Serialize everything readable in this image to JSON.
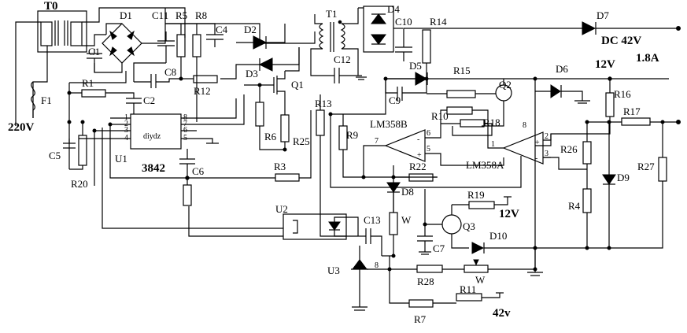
{
  "labels": {
    "t0": "T0",
    "d1": "D1",
    "c11": "C11",
    "r5": "R5",
    "r8": "R8",
    "c4": "C4",
    "d2": "D2",
    "t1": "T1",
    "d4": "D4",
    "c10": "C10",
    "r14": "R14",
    "d7": "D7",
    "dc_out": "DC 42V",
    "current": "1.8A",
    "v12_top": "12V",
    "c1": "C1",
    "c8": "C8",
    "d3": "D3",
    "c12": "C12",
    "d5": "D5",
    "r15": "R15",
    "d6": "D6",
    "r16": "R16",
    "r1": "R1",
    "c2": "C2",
    "r12": "R12",
    "q1": "Q1",
    "c9": "C9",
    "q2": "Q2",
    "f1": "F1",
    "v220": "220V",
    "r13": "R13",
    "lm358b": "LM358B",
    "r10": "R10",
    "r18": "R18",
    "r17": "R17",
    "r9": "R9",
    "diydz": "diydz",
    "chip_3842": "3842",
    "u1": "U1",
    "c5": "C5",
    "r6": "R6",
    "r25": "R25",
    "lm358a": "LM358A",
    "r26": "R26",
    "r27": "R27",
    "d9": "D9",
    "c6": "C6",
    "r20": "R20",
    "r3": "R3",
    "r22": "R22",
    "d8": "D8",
    "r4": "R4",
    "u2": "U2",
    "r19": "R19",
    "v12_mid": "12V",
    "c13": "C13",
    "w1": "W",
    "q3": "Q3",
    "d10": "D10",
    "c7": "C7",
    "u3": "U3",
    "r28": "R28",
    "w2": "W",
    "r7": "R7",
    "r11": "R11",
    "v42": "42v"
  },
  "pins": {
    "p1": "1",
    "p2": "2",
    "p3": "3",
    "p4": "4",
    "p5": "5",
    "p6": "6",
    "p7": "7",
    "p8": "8"
  },
  "opamp_pins": {
    "b7": "7",
    "b6": "6",
    "b5": "5",
    "a1": "1",
    "a2": "2",
    "a3": "3",
    "a8": "8",
    "u3_8": "8"
  },
  "opamp_signs": {
    "minus": "-",
    "plus": "+"
  }
}
